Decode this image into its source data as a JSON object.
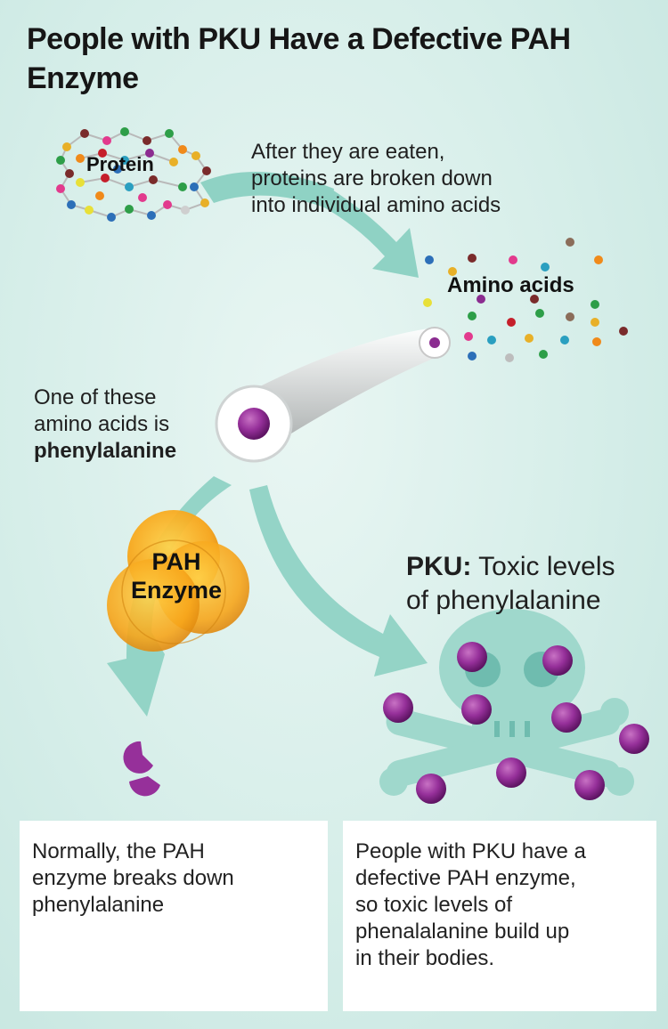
{
  "title": "People with PKU Have a Defective PAH Enzyme",
  "labels": {
    "protein": "Protein",
    "amino_acids": "Amino acids",
    "pah_line1": "PAH",
    "pah_line2": "Enzyme",
    "pku": "PKU:",
    "toxic": "Toxic levels",
    "toxic2": "of phenylalanine"
  },
  "captions": {
    "step1": [
      "After they are eaten,",
      "proteins are broken down",
      "into individual amino acids"
    ],
    "step2": [
      "One of these",
      "amino acids is"
    ],
    "step2_bold": "phenylalanine",
    "normal": [
      "Normally, the PAH",
      "enzyme breaks down",
      "phenylalanine"
    ],
    "pku": [
      "People with PKU have a",
      "defective PAH enzyme,",
      "so toxic levels of",
      "phenalalanine build up",
      "in their bodies."
    ]
  },
  "colors": {
    "background": "#d6eee9",
    "arrow": "#8fd2c4",
    "phenylalanine": "#8b2c90",
    "enzyme": "#f4a51c",
    "skull": "#9fd8cc"
  }
}
